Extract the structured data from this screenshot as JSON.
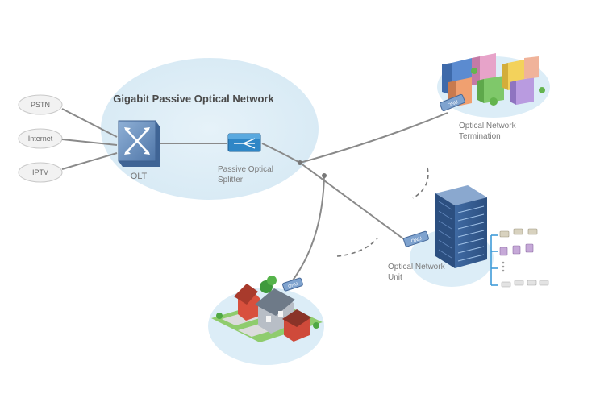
{
  "diagram": {
    "title": "Gigabit Passive Optical Network",
    "services": [
      "PSTN",
      "Internet",
      "IPTV"
    ],
    "olt_label": "OLT",
    "splitter_label_line1": "Passive Optical",
    "splitter_label_line2": "Splitter",
    "ont_label_line1": "Optical Network",
    "ont_label_line2": "Termination",
    "onu_label_line1": "Optical Network",
    "onu_label_line2": "Unit",
    "onu_badge": "ONU"
  },
  "colors": {
    "cloud": "#dcedf7",
    "line": "#8a8a8a",
    "device_blue": "#5d87b9",
    "text_gray": "#7a7a7a",
    "title": "#4a4a4a"
  },
  "icons": [
    "olt-switch-icon",
    "splitter-icon",
    "onu-box-icon",
    "office-tower-icon",
    "city-buildings-icon",
    "house-icon",
    "phone-icon"
  ]
}
